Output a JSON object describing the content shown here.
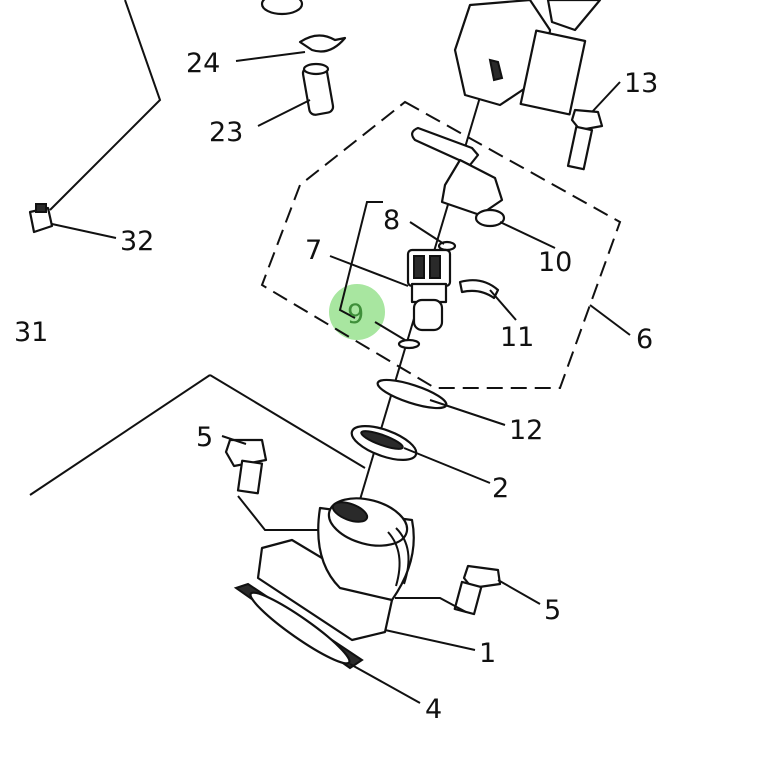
{
  "diagram": {
    "highlight_color": "#a8e6a0",
    "highlighted_callout": "9",
    "callouts": {
      "c1": "1",
      "c2": "2",
      "c4": "4",
      "c5a": "5",
      "c5b": "5",
      "c6": "6",
      "c7": "7",
      "c8": "8",
      "c9": "9",
      "c10": "10",
      "c11": "11",
      "c12": "12",
      "c13": "13",
      "c23": "23",
      "c24": "24",
      "c31": "31",
      "c32": "32"
    }
  }
}
